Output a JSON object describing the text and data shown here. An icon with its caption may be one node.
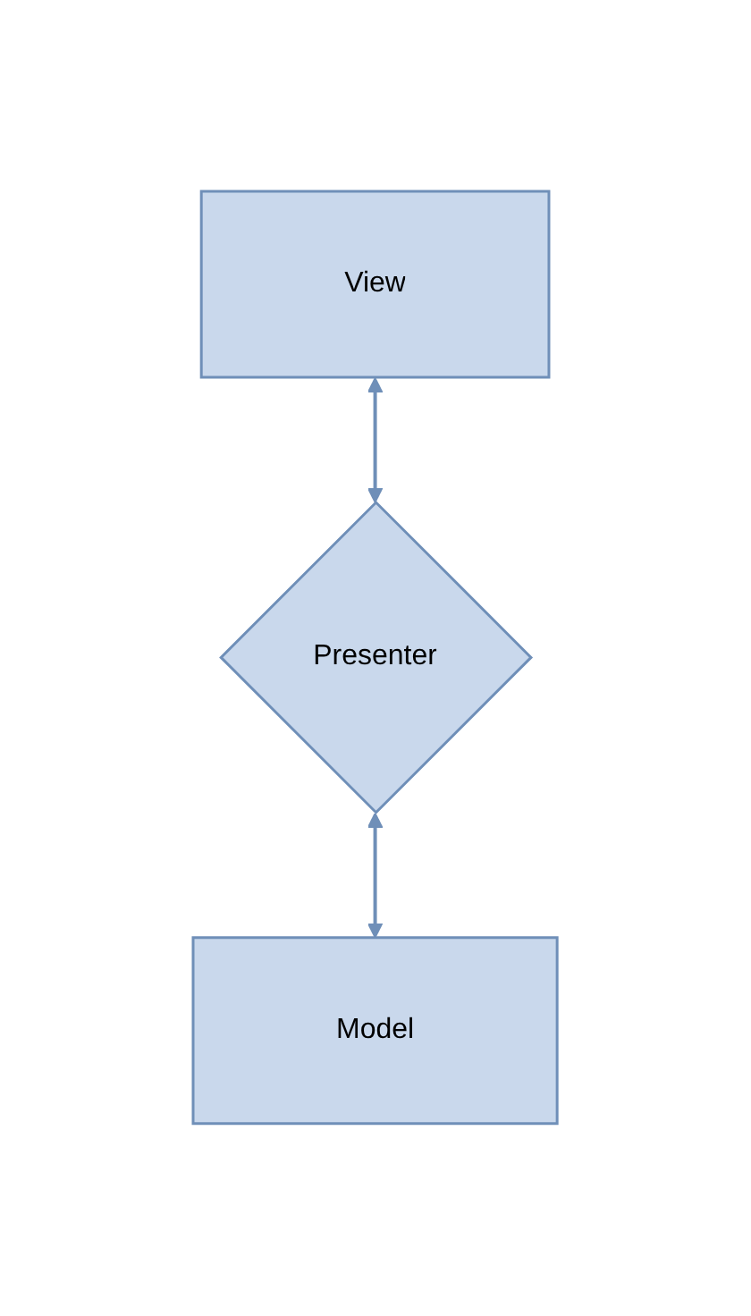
{
  "diagram": {
    "nodes": [
      {
        "text": [
          "View"
        ]
      },
      {
        "text": [
          "Presenter"
        ]
      },
      {
        "text": [
          "Model"
        ]
      }
    ],
    "edges": [
      {
        "from": 0,
        "to": 1,
        "arrow": "both"
      },
      {
        "from": 1,
        "to": 2,
        "arrow": "both"
      }
    ]
  }
}
